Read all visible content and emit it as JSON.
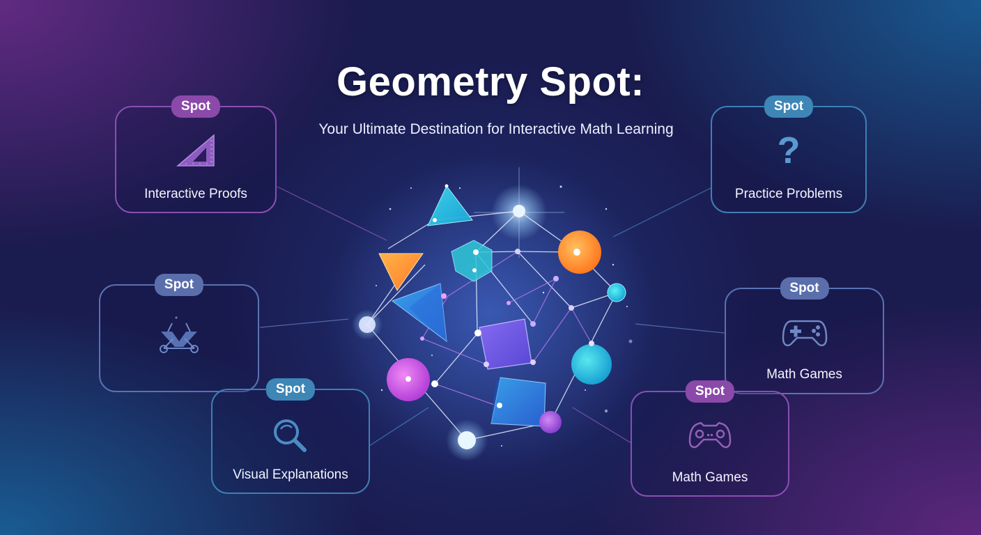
{
  "header": {
    "title": "Geometry Spot:",
    "subtitle": "Your Ultimate Destination for Interactive Math Learning"
  },
  "colors": {
    "purple_accent": "#8b49a9",
    "blue_accent": "#3d86b6",
    "slate_accent": "#5a6eac",
    "background_dark": "#1a1b4e"
  },
  "cards": [
    {
      "badge": "Spot",
      "label": "Interactive Proofs",
      "icon": "set-square-icon",
      "theme": "purple"
    },
    {
      "badge": "Spot",
      "label": "Practice Problems",
      "icon": "question-mark-icon",
      "theme": "blue"
    },
    {
      "badge": "Spot",
      "label": "",
      "icon": "compass-tools-icon",
      "theme": "slate"
    },
    {
      "badge": "Spot",
      "label": "Visual Explanations",
      "icon": "magnifier-icon",
      "theme": "blue"
    },
    {
      "badge": "Spot",
      "label": "Math Games",
      "icon": "gamepad-icon",
      "theme": "slate"
    },
    {
      "badge": "Spot",
      "label": "Math Games",
      "icon": "gamepad-outline-icon",
      "theme": "purple"
    }
  ],
  "icon_glyphs": {
    "question_mark": "?"
  }
}
